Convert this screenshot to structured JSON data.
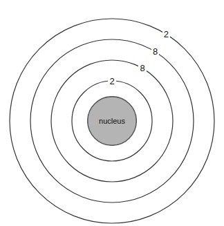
{
  "diagram": {
    "nodes": [
      {
        "text": [
          "nucleus"
        ]
      }
    ],
    "labels": [
      "2",
      "8",
      "8",
      "2"
    ]
  }
}
